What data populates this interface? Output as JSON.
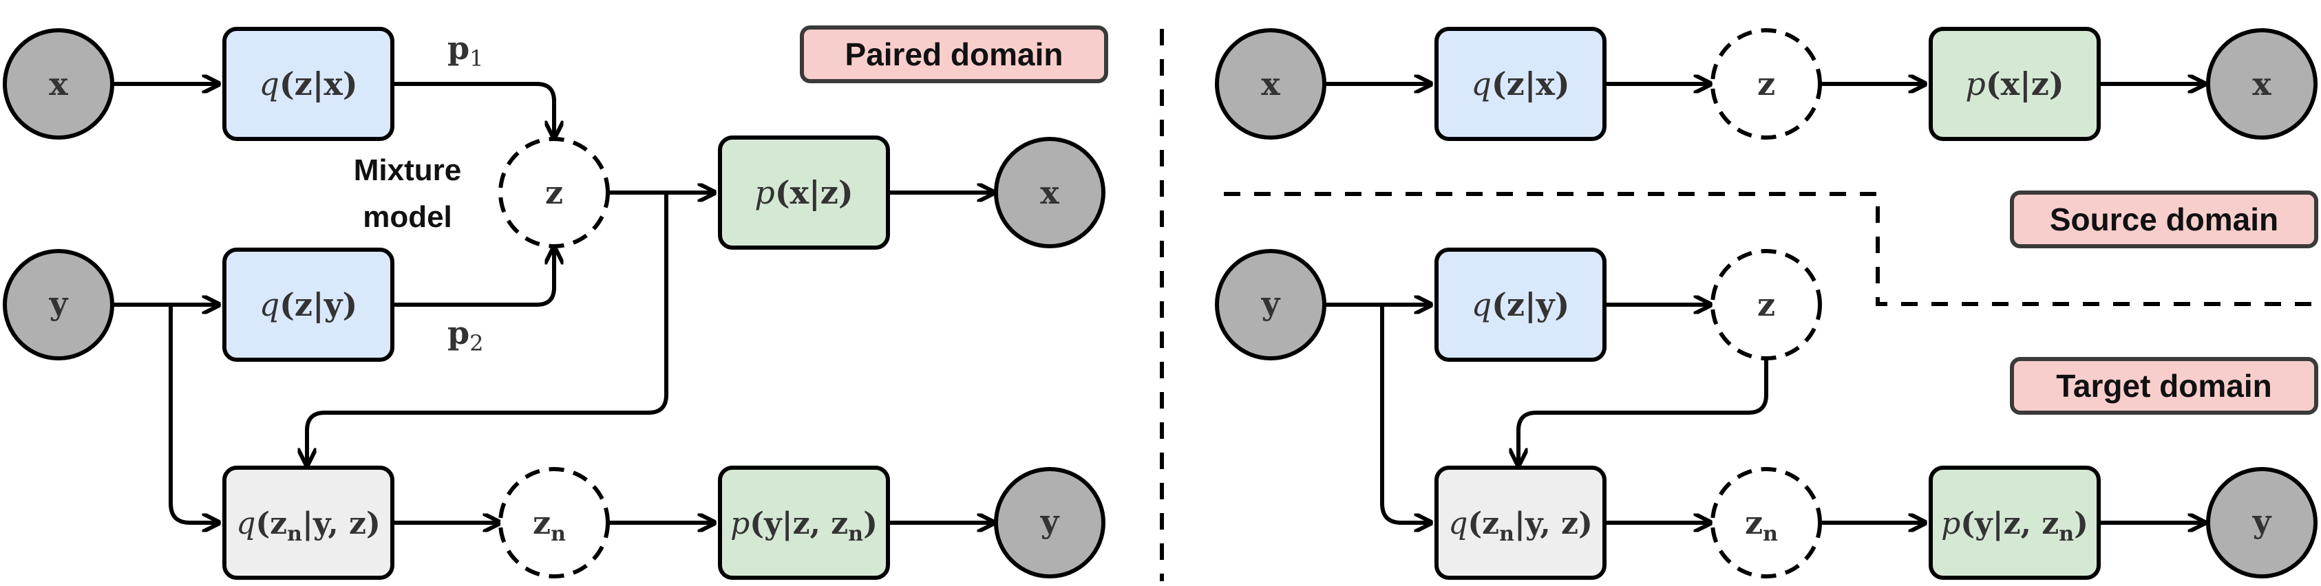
{
  "colors": {
    "encoder_fill": "#dae8fc",
    "decoder_fill": "#d5e8d4",
    "nuisance_encoder_fill": "#eeeeee",
    "observed_fill": "#b0b0b0",
    "domain_tag_fill": "#f8cecc"
  },
  "left_panel": {
    "domain_label": "Paired domain",
    "mixture_label_line1": "Mixture",
    "mixture_label_line2": "model",
    "weight_p1": "p",
    "weight_p1_sub": "1",
    "weight_p2": "p",
    "weight_p2_sub": "2",
    "x_input": "x",
    "y_input": "y",
    "q_z_x": {
      "fn": "q",
      "args": "(z|x)"
    },
    "q_z_y": {
      "fn": "q",
      "args": "(z|y)"
    },
    "z_latent": "z",
    "p_x_z": {
      "fn": "p",
      "args": "(x|z)"
    },
    "x_output": "x",
    "q_zn": {
      "fn": "q",
      "args_a": "(z",
      "sub": "n",
      "args_b": "|y, z)"
    },
    "zn_latent": {
      "base": "z",
      "sub": "n"
    },
    "p_y": {
      "fn": "p",
      "args_a": "(y|z, z",
      "sub": "n",
      "args_b": ")"
    },
    "y_output": "y"
  },
  "right_panel": {
    "source_label": "Source domain",
    "target_label": "Target domain",
    "x_input": "x",
    "q_z_x": {
      "fn": "q",
      "args": "(z|x)"
    },
    "z_source": "z",
    "p_x_z": {
      "fn": "p",
      "args": "(x|z)"
    },
    "x_output": "x",
    "y_input": "y",
    "q_z_y": {
      "fn": "q",
      "args": "(z|y)"
    },
    "z_target": "z",
    "q_zn": {
      "fn": "q",
      "args_a": "(z",
      "sub": "n",
      "args_b": "|y, z)"
    },
    "zn_latent": {
      "base": "z",
      "sub": "n"
    },
    "p_y": {
      "fn": "p",
      "args_a": "(y|z, z",
      "sub": "n",
      "args_b": ")"
    },
    "y_output": "y"
  }
}
